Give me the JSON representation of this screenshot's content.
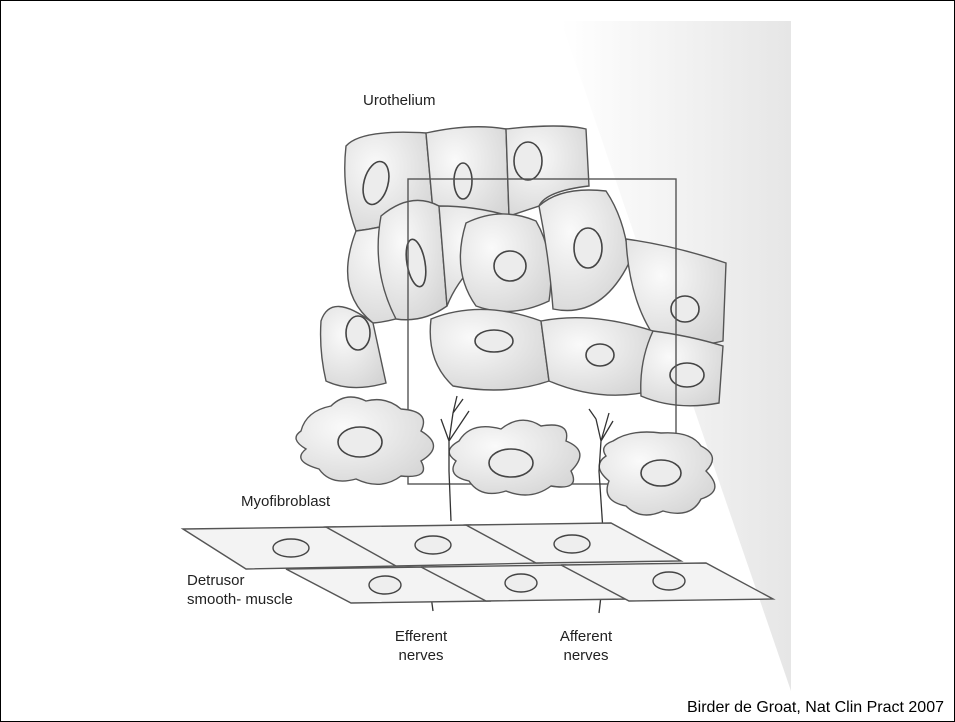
{
  "diagram": {
    "labels": {
      "urothelium": "Urothelium",
      "myofibroblast": "Myofibroblast",
      "detrusor_line1": "Detrusor",
      "detrusor_line2": "smooth- muscle",
      "efferent_line1": "Efferent",
      "efferent_line2": "nerves",
      "afferent_line1": "Afferent",
      "afferent_line2": "nerves"
    },
    "caption": "Birder de Groat, Nat Clin Pract 2007"
  }
}
